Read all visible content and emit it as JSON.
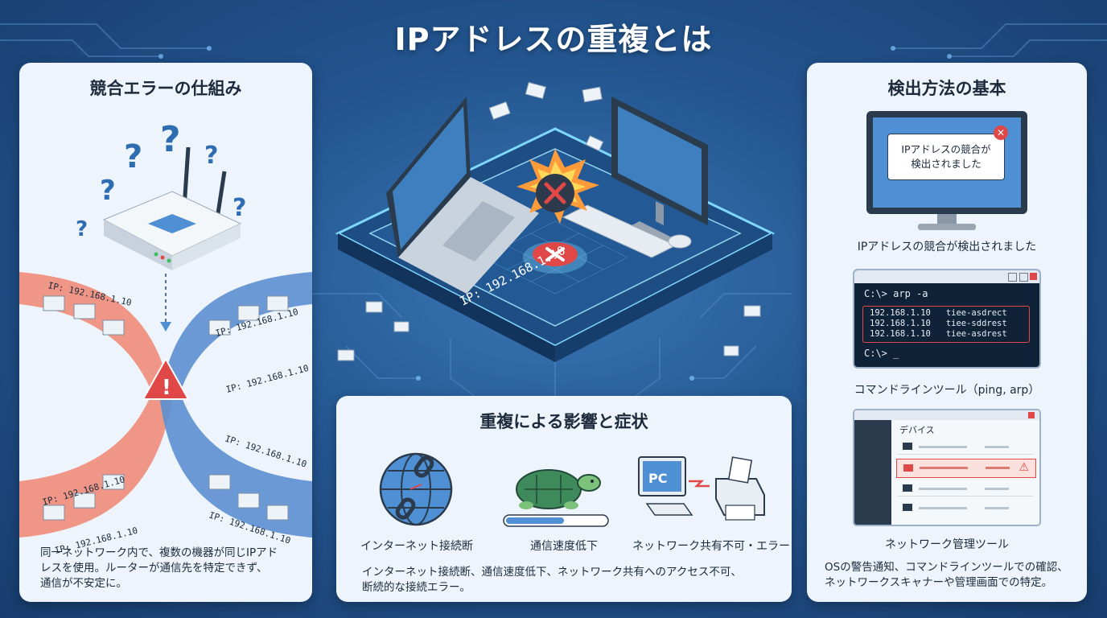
{
  "title": "IPアドレスの重複とは",
  "left_panel": {
    "title": "競合エラーの仕組み",
    "ip_labels": [
      "IP: 192.168.1.10",
      "IP: 192.168.1.10",
      "IP: 192.168.1.10",
      "IP: 192.168.1.10",
      "IP: 192.168.1.10",
      "IP: 192.168.1.10",
      "IP: 192.168.1.10"
    ],
    "description_lines": [
      "同一ネットワーク内で、複数の機器が同じIPアド",
      "レスを使用。ルーターが通信先を特定できず、",
      "通信が不安定に。"
    ]
  },
  "center": {
    "platform_ip": "IP: 192.168.1.10"
  },
  "bottom_panel": {
    "title": "重複による影響と症状",
    "items": [
      {
        "label": "インターネット接続断",
        "icon": "broken-globe-icon"
      },
      {
        "label": "通信速度低下",
        "icon": "turtle-icon"
      },
      {
        "label": "ネットワーク共有不可・エラー",
        "icon": "pc-printer-icon"
      }
    ],
    "pc_text": "PC",
    "description_lines": [
      "インターネット接続断、通信速度低下、ネットワーク共有へのアクセス不可、",
      "断続的な接続エラー。"
    ]
  },
  "right_panel": {
    "title": "検出方法の基本",
    "popup_lines": [
      "IPアドレスの競合が",
      "検出されました"
    ],
    "popup_caption": "IPアドレスの競合が検出されました",
    "terminal": {
      "prompt_line": "C:\\> arp -a",
      "rows": [
        "192.168.1.10   tiee-asdrect",
        "192.168.1.10   tiee-sddrest",
        "192.168.1.10   tiee-asdrest"
      ],
      "end_prompt": "C:\\> _"
    },
    "terminal_caption": "コマンドラインツール（ping, arp）",
    "manager_header": "デバイス",
    "manager_caption": "ネットワーク管理ツール",
    "description_lines": [
      "OSの警告通知、コマンドラインツールでの確認、",
      "ネットワークスキャナーや管理画面での特定。"
    ]
  },
  "colors": {
    "background": "#23558f",
    "panel": "#eef4fb",
    "error_red": "#e04848",
    "neon": "#7fd8ff"
  }
}
